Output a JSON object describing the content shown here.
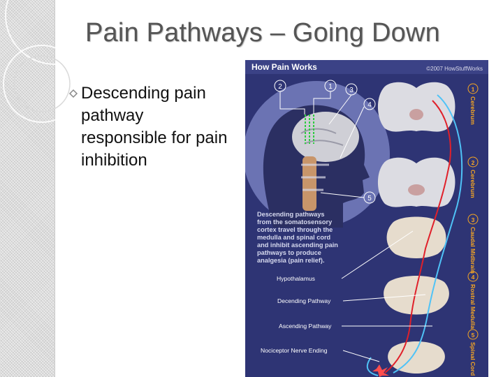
{
  "slide": {
    "title": "Pain Pathways – Going Down",
    "bullet": "Descending pain pathway responsible for pain inhibition"
  },
  "figure": {
    "title": "How Pain Works",
    "copyright": "©2007 HowStuffWorks",
    "caption_lines": [
      "Descending pathways",
      "from the somatosensory",
      "cortex travel through the",
      "medulla and spinal cord",
      "and inhibit ascending pain",
      "pathways to produce",
      "analgesia (pain relief)."
    ],
    "labels": {
      "hypothalamus": "Hypothalamus",
      "descending": "Decending Pathway",
      "ascending": "Ascending Pathway",
      "nociceptor": "Nociceptor Nerve Ending"
    },
    "callouts": [
      "2",
      "1",
      "3",
      "4",
      "5"
    ],
    "sections": [
      {
        "num": "1",
        "name": "Cerebrum"
      },
      {
        "num": "2",
        "name": "Cerebrum"
      },
      {
        "num": "3",
        "name": "Caudal Midbrain"
      },
      {
        "num": "4",
        "name": "Rostral Medulla"
      },
      {
        "num": "5",
        "name": "Spinal Cord"
      }
    ],
    "colors": {
      "panel": "#2e3474",
      "descending": "#e0202a",
      "ascending": "#4fc3f7",
      "accent": "#f5a623"
    }
  }
}
